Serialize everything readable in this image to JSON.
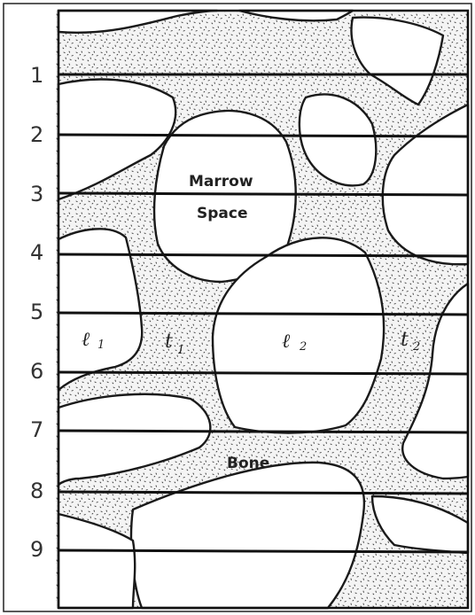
{
  "figure": {
    "row_labels": [
      "1",
      "2",
      "3",
      "4",
      "5",
      "6",
      "7",
      "8",
      "9"
    ],
    "region_labels": {
      "marrow_line1": "Marrow",
      "marrow_line2": "Space",
      "bone": "Bone"
    },
    "segment_labels": {
      "l1": {
        "main": "ℓ",
        "sub": "1"
      },
      "t1": {
        "main": "t",
        "sub": "1"
      },
      "l2": {
        "main": "ℓ",
        "sub": "2"
      },
      "t2": {
        "main": "t",
        "sub": "2"
      }
    },
    "colors": {
      "line": "#111111",
      "bone_fill": "#f4f4f4",
      "speckle": "#333333",
      "marrow_fill": "#ffffff"
    }
  }
}
